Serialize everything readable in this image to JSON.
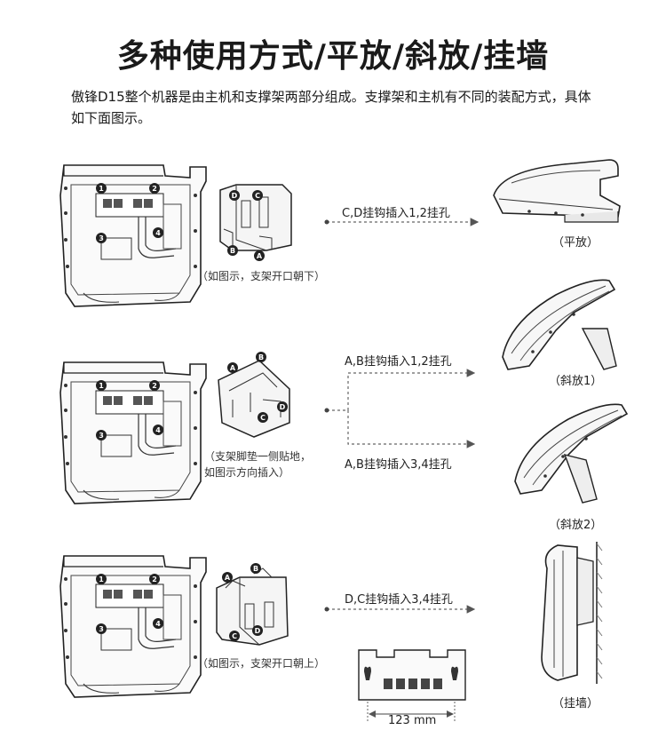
{
  "title": "多种使用方式/平放/斜放/挂墙",
  "intro": "傲锋D15整个机器是由主机和支撑架两部分组成。支撑架和主机有不同的装配方式，具体如下面图示。",
  "rows": [
    {
      "bracket_caption_lines": [
        "（如图示，支架开口朝下）"
      ],
      "instructions": [
        "C,D挂钩插入1,2挂孔"
      ],
      "results": [
        "（平放）"
      ],
      "hook_letters": [
        "D",
        "C",
        "B",
        "A"
      ]
    },
    {
      "bracket_caption_lines": [
        "（支架脚垫一侧贴地，",
        "如图示方向插入）"
      ],
      "instructions": [
        "A,B挂钩插入1,2挂孔",
        "A,B挂钩插入3,4挂孔"
      ],
      "results": [
        "（斜放1）",
        "（斜放2）"
      ],
      "hook_letters": [
        "A",
        "B",
        "C",
        "D"
      ]
    },
    {
      "bracket_caption_lines": [
        "（如图示，支架开口朝上）"
      ],
      "instructions": [
        "D,C挂钩插入3,4挂孔"
      ],
      "results": [
        "（挂墙）"
      ],
      "hook_letters": [
        "A",
        "B",
        "C",
        "D"
      ]
    }
  ],
  "port_numbers": [
    "1",
    "2",
    "3",
    "4"
  ],
  "wall_dimension": "123 mm"
}
